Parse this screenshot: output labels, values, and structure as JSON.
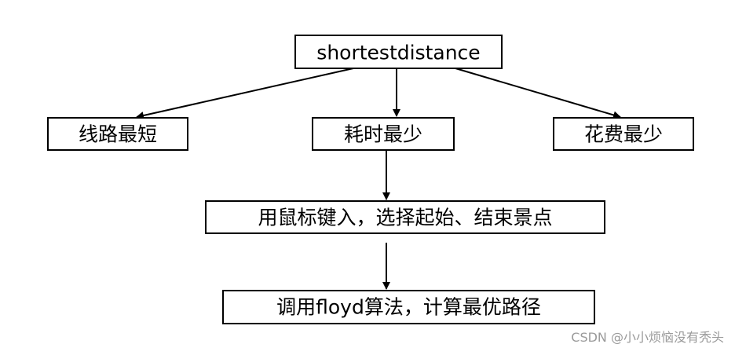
{
  "nodes": {
    "root": "shortestdistance",
    "option_shortest_route": "线路最短",
    "option_least_time": "耗时最少",
    "option_least_cost": "花费最少",
    "step_select_points": "用鼠标键入，选择起始、结束景点",
    "step_floyd": "调用floyd算法，计算最优路径"
  },
  "watermark": "CSDN @小小烦恼没有秃头",
  "colors": {
    "stroke": "#000000",
    "background": "#ffffff",
    "watermark": "#9a9a9a"
  }
}
